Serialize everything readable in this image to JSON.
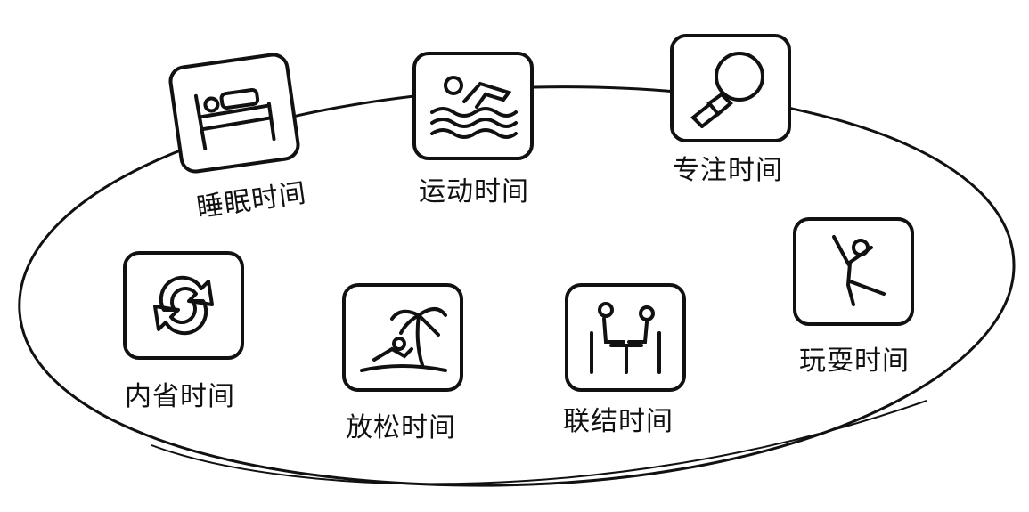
{
  "title": "Healthy Mind Platter",
  "colors": {
    "ink": "#111111",
    "background": "#ffffff"
  },
  "nodes": [
    {
      "id": "sleep",
      "label": "睡眠时间",
      "icon": "bed-icon"
    },
    {
      "id": "exercise",
      "label": "运动时间",
      "icon": "swimmer-icon"
    },
    {
      "id": "focus",
      "label": "专注时间",
      "icon": "magnifier-icon"
    },
    {
      "id": "play",
      "label": "玩耍时间",
      "icon": "jumping-person-icon"
    },
    {
      "id": "connect",
      "label": "联结时间",
      "icon": "two-people-table-icon"
    },
    {
      "id": "relax",
      "label": "放松时间",
      "icon": "palm-beach-icon"
    },
    {
      "id": "reflect",
      "label": "内省时间",
      "icon": "cycle-arrows-icon"
    }
  ]
}
